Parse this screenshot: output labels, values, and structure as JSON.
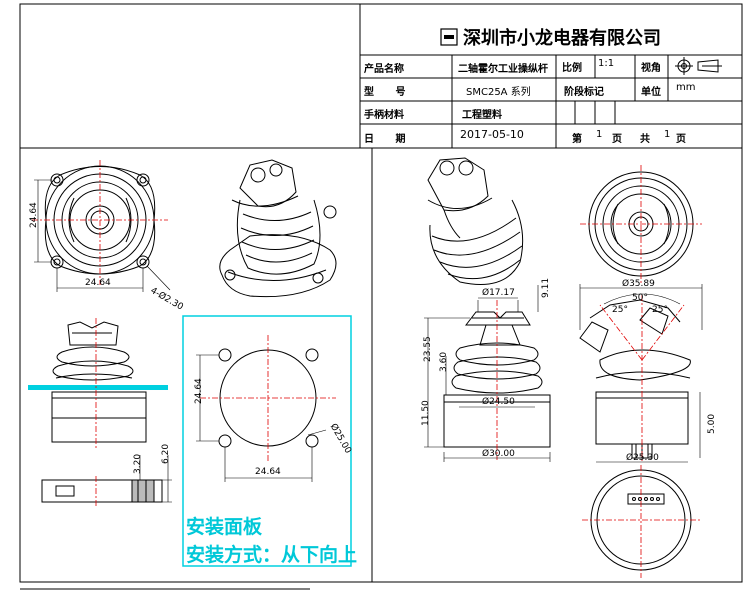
{
  "title_block": {
    "company": "深圳市小龙电器有限公司",
    "product_name_label": "产品名称",
    "product_name": "二轴霍尔工业操纵杆",
    "ratio_label": "比例",
    "ratio": "1:1",
    "view_label": "视角",
    "model_label": "型 号",
    "model": "SMC25A 系列",
    "stage_label": "阶段标记",
    "unit_label": "单位",
    "unit": "mm",
    "handle_material_label": "手柄材料",
    "handle_material": "工程塑料",
    "date_label": "日 期",
    "date": "2017-05-10",
    "sheet_label": "第",
    "sheet_no": "1",
    "page_label": "页",
    "total_label": "共",
    "total_no": "1",
    "total_page_label": "页"
  },
  "dimensions": {
    "top_width": "24.64",
    "top_height": "24.64",
    "hole": "4-Ø2.30",
    "panel_height": "24.64",
    "panel_width": "24.64",
    "panel_circle": "Ø25.00",
    "base_h1": "3.20",
    "base_h2": "6.20",
    "cap_dia": "Ø17.17",
    "cap_h": "9.11",
    "total_h": "23.55",
    "boot_h": "3.60",
    "flange_dia": "Ø24.50",
    "base_h": "11.50",
    "base_dia": "Ø30.00",
    "outer_dia": "Ø35.89",
    "angle_total": "50°",
    "angle_a": "25°",
    "angle_b": "25°",
    "pin_h": "5.00",
    "bottom_dia": "Ø25.30"
  },
  "mounting": {
    "title": "安装面板",
    "method": "安装方式：从下向上"
  },
  "colors": {
    "line": "#000000",
    "center": "#e00000",
    "dim": "#000000",
    "panel": "#00c8d8"
  }
}
